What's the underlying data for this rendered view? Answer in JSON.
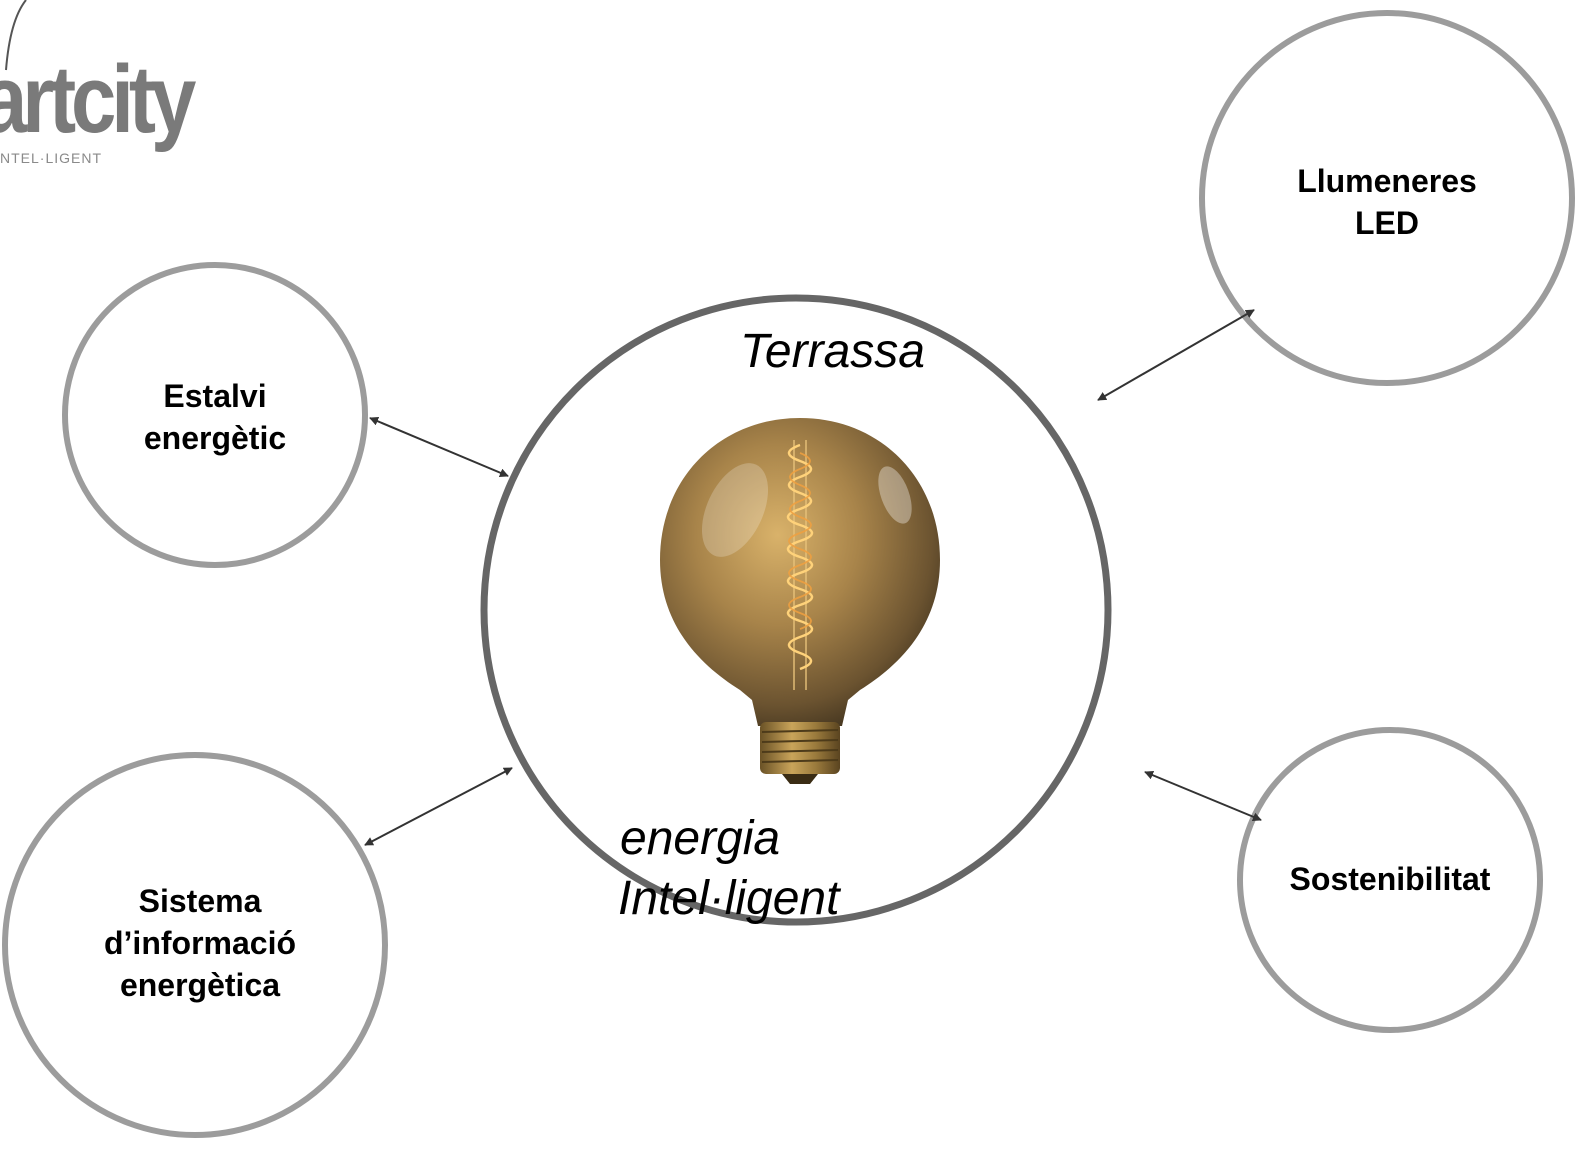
{
  "logo": {
    "wordmark": "artcity",
    "tagline": "NTEL·LIGENT"
  },
  "center": {
    "title": "Terrassa",
    "subtitle_line1": "energia",
    "subtitle_line2": "Intel·ligent"
  },
  "nodes": {
    "estalvi": {
      "lines": [
        "Estalvi",
        "energètic"
      ]
    },
    "llumeneres": {
      "lines": [
        "Llumeneres",
        "LED"
      ]
    },
    "sistema": {
      "lines": [
        "Sistema",
        "d’informació",
        "energètica"
      ]
    },
    "sostenibilitat": {
      "lines": [
        "Sostenibilitat"
      ]
    }
  },
  "colors": {
    "outer_circle": "#999999",
    "center_circle": "#666666",
    "arrow": "#333333",
    "logo": "#7a7a7a"
  },
  "icons": {
    "center_image": "light-bulb-icon",
    "logo_mark": "smartcity-logo"
  }
}
